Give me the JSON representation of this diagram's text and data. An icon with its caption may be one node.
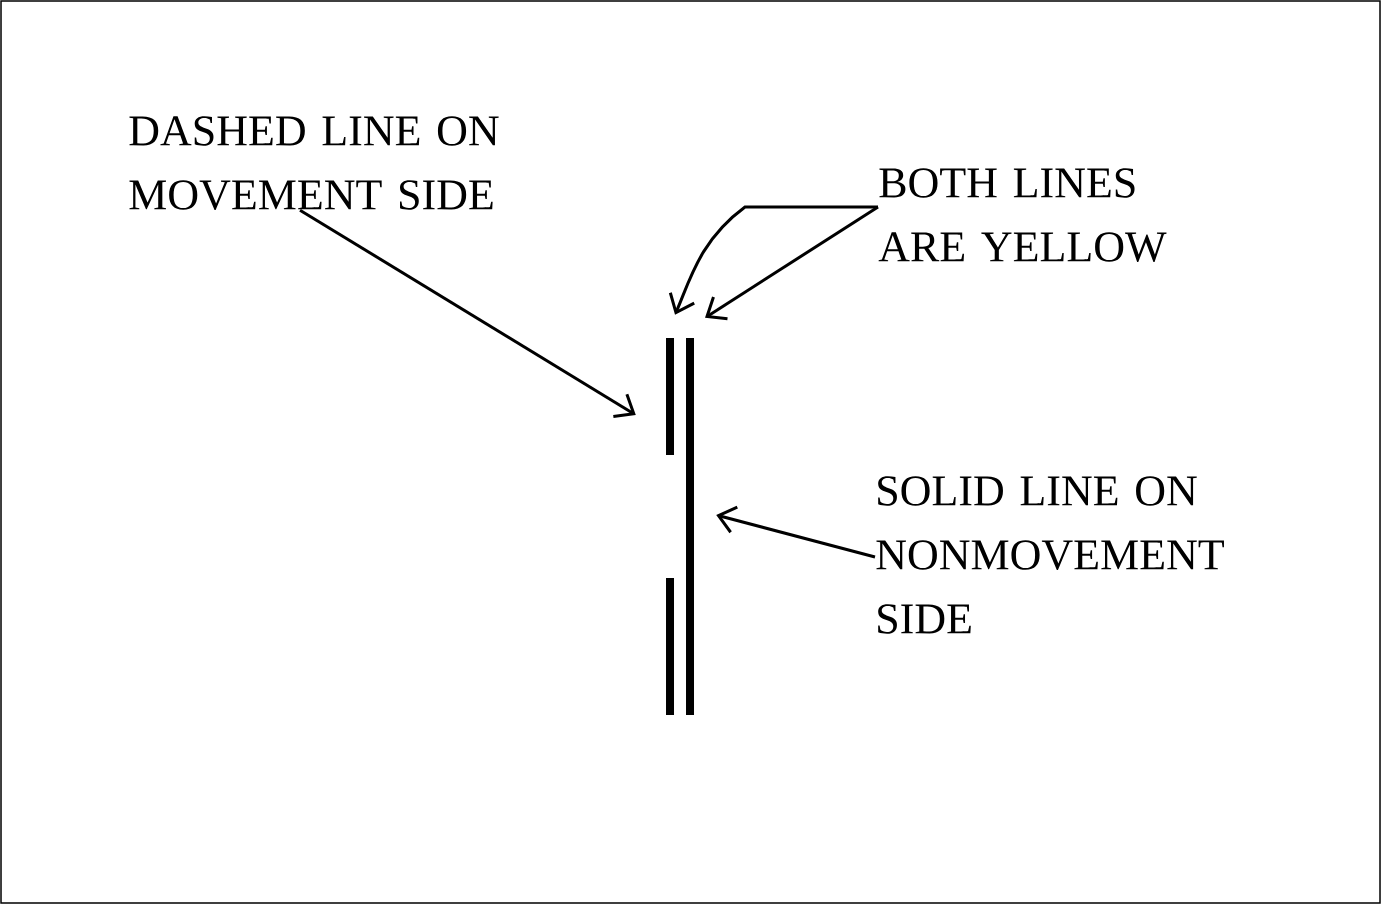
{
  "diagram": {
    "nodes": [
      {
        "text": [
          "DASHED LINE ON MOVEMENT SIDE"
        ]
      },
      {
        "text": [
          "BOTH LINES ARE YELLOW"
        ]
      },
      {
        "text": [
          "SOLID LINE ON NONMOVEMENT SIDE"
        ]
      },
      {
        "text": [],
        "shape": "bar"
      },
      {
        "text": [],
        "shape": "bar"
      }
    ],
    "edges": [
      {
        "from": 0,
        "to": 3,
        "arrow": "to"
      },
      {
        "from": 1,
        "to": 3,
        "arrow": "to"
      },
      {
        "from": 1,
        "to": 4,
        "arrow": "to"
      },
      {
        "from": 2,
        "to": 4,
        "arrow": "to"
      }
    ]
  }
}
